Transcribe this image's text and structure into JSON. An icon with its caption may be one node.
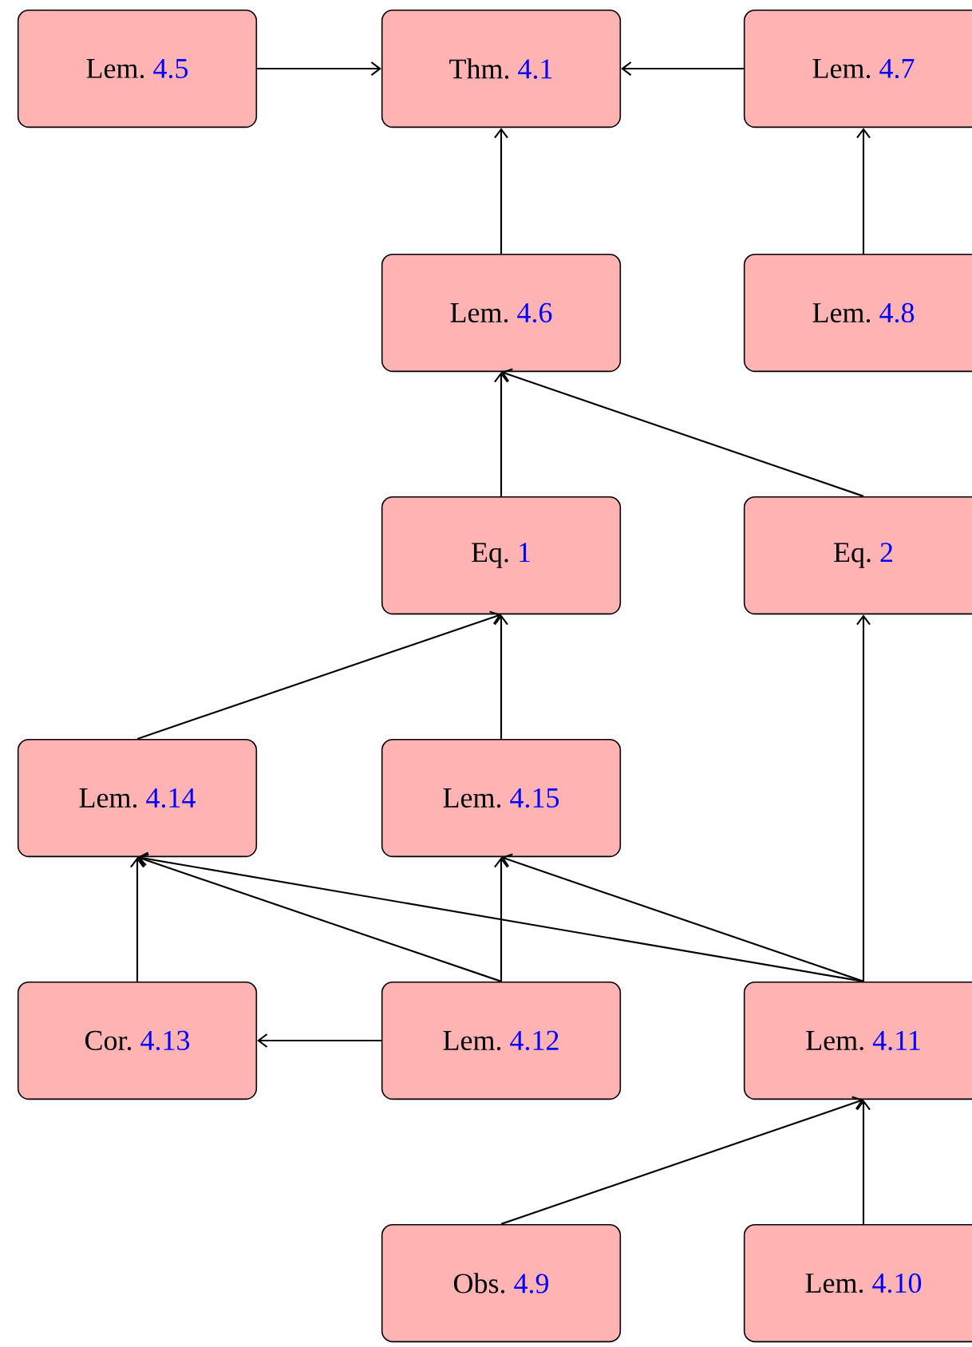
{
  "diagram": {
    "nodes": [
      {
        "text": [
          "Lem.",
          "4.5"
        ]
      },
      {
        "text": [
          "Thm.",
          "4.1"
        ]
      },
      {
        "text": [
          "Lem.",
          "4.7"
        ]
      },
      {
        "text": [
          "Lem.",
          "4.6"
        ]
      },
      {
        "text": [
          "Lem.",
          "4.8"
        ]
      },
      {
        "text": [
          "Eq.",
          "1"
        ]
      },
      {
        "text": [
          "Eq.",
          "2"
        ]
      },
      {
        "text": [
          "Lem.",
          "4.14"
        ]
      },
      {
        "text": [
          "Lem.",
          "4.15"
        ]
      },
      {
        "text": [
          "Cor.",
          "4.13"
        ]
      },
      {
        "text": [
          "Lem.",
          "4.12"
        ]
      },
      {
        "text": [
          "Lem.",
          "4.11"
        ]
      },
      {
        "text": [
          "Obs.",
          "4.9"
        ]
      },
      {
        "text": [
          "Lem.",
          "4.10"
        ]
      }
    ],
    "edges": [
      {
        "from": 0,
        "to": 1,
        "arrow": "to"
      },
      {
        "from": 2,
        "to": 1,
        "arrow": "to"
      },
      {
        "from": 3,
        "to": 1,
        "arrow": "to"
      },
      {
        "from": 4,
        "to": 2,
        "arrow": "to"
      },
      {
        "from": 5,
        "to": 3,
        "arrow": "to"
      },
      {
        "from": 6,
        "to": 3,
        "arrow": "to"
      },
      {
        "from": 7,
        "to": 5,
        "arrow": "to"
      },
      {
        "from": 8,
        "to": 5,
        "arrow": "to"
      },
      {
        "from": 9,
        "to": 7,
        "arrow": "to"
      },
      {
        "from": 10,
        "to": 7,
        "arrow": "to"
      },
      {
        "from": 11,
        "to": 7,
        "arrow": "to"
      },
      {
        "from": 10,
        "to": 8,
        "arrow": "to"
      },
      {
        "from": 11,
        "to": 8,
        "arrow": "to"
      },
      {
        "from": 10,
        "to": 9,
        "arrow": "to"
      },
      {
        "from": 11,
        "to": 6,
        "arrow": "to"
      },
      {
        "from": 12,
        "to": 11,
        "arrow": "to"
      },
      {
        "from": 13,
        "to": 11,
        "arrow": "to"
      }
    ]
  }
}
